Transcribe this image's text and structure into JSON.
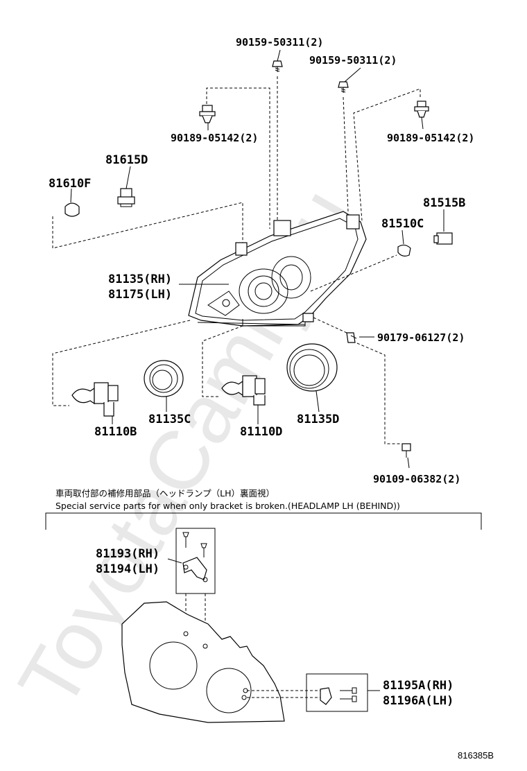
{
  "watermark": "ToyotaCamry.ru",
  "labels": {
    "p90159_a": "90159-50311(2)",
    "p90159_b": "90159-50311(2)",
    "p90189_a": "90189-05142(2)",
    "p90189_b": "90189-05142(2)",
    "p81615d": "81615D",
    "p81610f": "81610F",
    "p81515b": "81515B",
    "p81510c": "81510C",
    "p81135rh": "81135(RH)",
    "p81175lh": "81175(LH)",
    "p90179": "90179-06127(2)",
    "p81135c": "81135C",
    "p81110b": "81110B",
    "p81110d": "81110D",
    "p81135d": "81135D",
    "p90109": "90109-06382(2)",
    "p81193rh": "81193(RH)",
    "p81194lh": "81194(LH)",
    "p81195arh": "81195A(RH)",
    "p81196alh": "81196A(LH)"
  },
  "note": {
    "jp": "車両取付部の補修用部品（ヘッドランプ（LH）裏面視）",
    "en": "Special service parts for when only bracket is broken.(HEADLAMP LH (BEHIND))"
  },
  "illustration_id": "816385B"
}
